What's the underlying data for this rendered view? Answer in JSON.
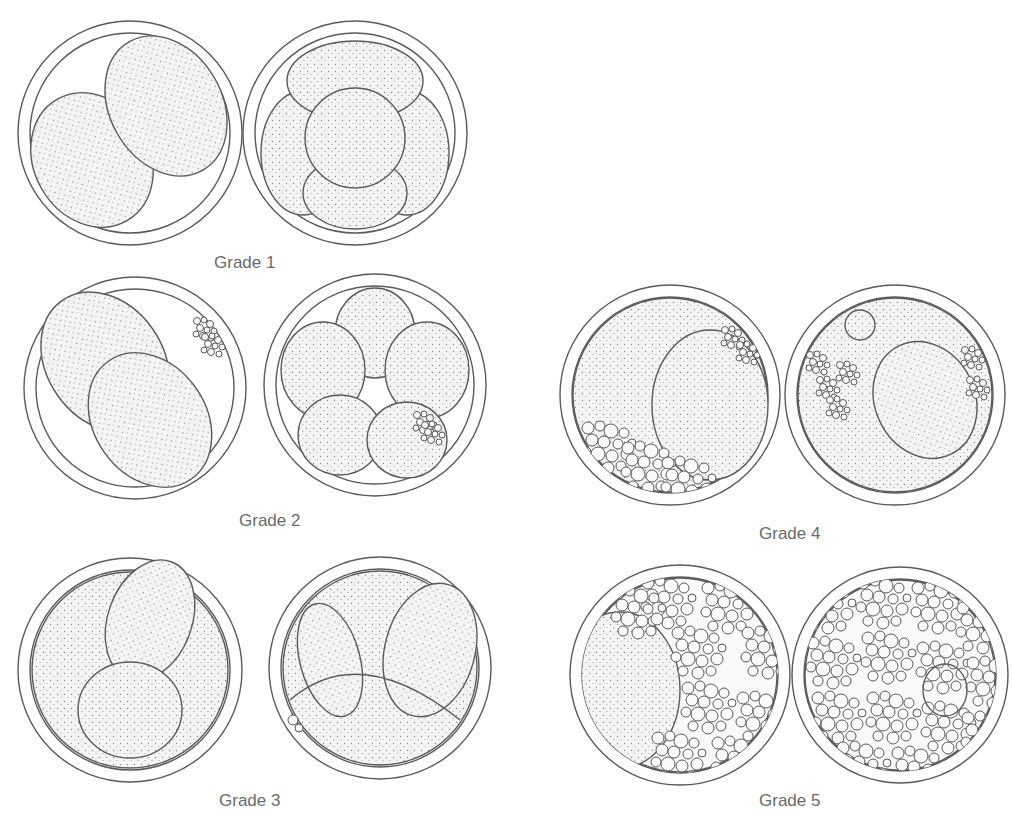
{
  "diagram": {
    "labels": [
      "Grade 1",
      "Grade 2",
      "Grade 3",
      "Grade 4",
      "Grade 5"
    ]
  }
}
